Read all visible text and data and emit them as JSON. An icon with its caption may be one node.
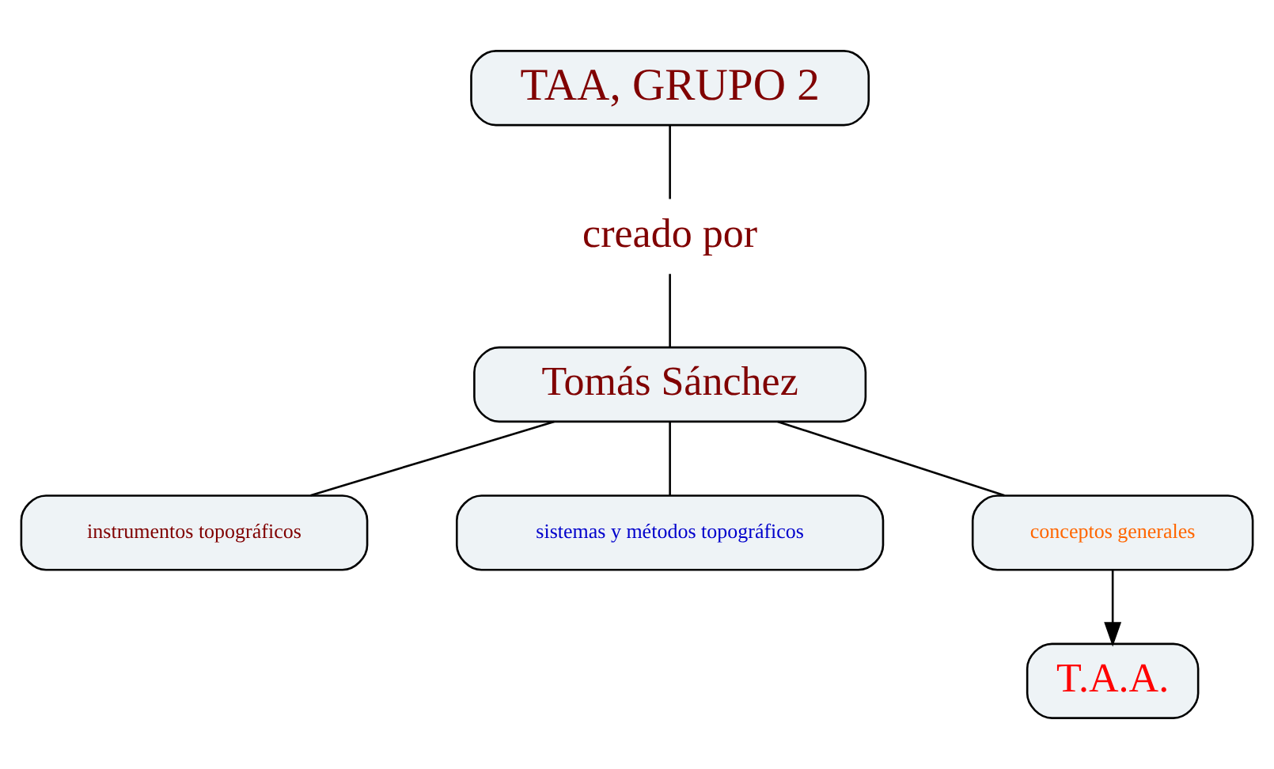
{
  "diagram": {
    "nodes": [
      {
        "text": [
          "TAA, GRUPO 2"
        ]
      },
      {
        "text": [
          "creado por"
        ]
      },
      {
        "text": [
          "Tomás Sánchez"
        ]
      },
      {
        "text": [
          "instrumentos topográficos"
        ]
      },
      {
        "text": [
          "sistemas y métodos topográficos"
        ]
      },
      {
        "text": [
          "T.A.A."
        ]
      },
      {
        "text": [
          "conceptos generales"
        ]
      }
    ],
    "edges": [
      {
        "from": 0,
        "to": 1,
        "arrow": "none"
      },
      {
        "from": 1,
        "to": 2,
        "arrow": "none"
      },
      {
        "from": 2,
        "to": 3,
        "arrow": "none"
      },
      {
        "from": 2,
        "to": 4,
        "arrow": "none"
      },
      {
        "from": 2,
        "to": 6,
        "arrow": "none"
      },
      {
        "from": 6,
        "to": 5,
        "arrow": "to"
      }
    ]
  }
}
